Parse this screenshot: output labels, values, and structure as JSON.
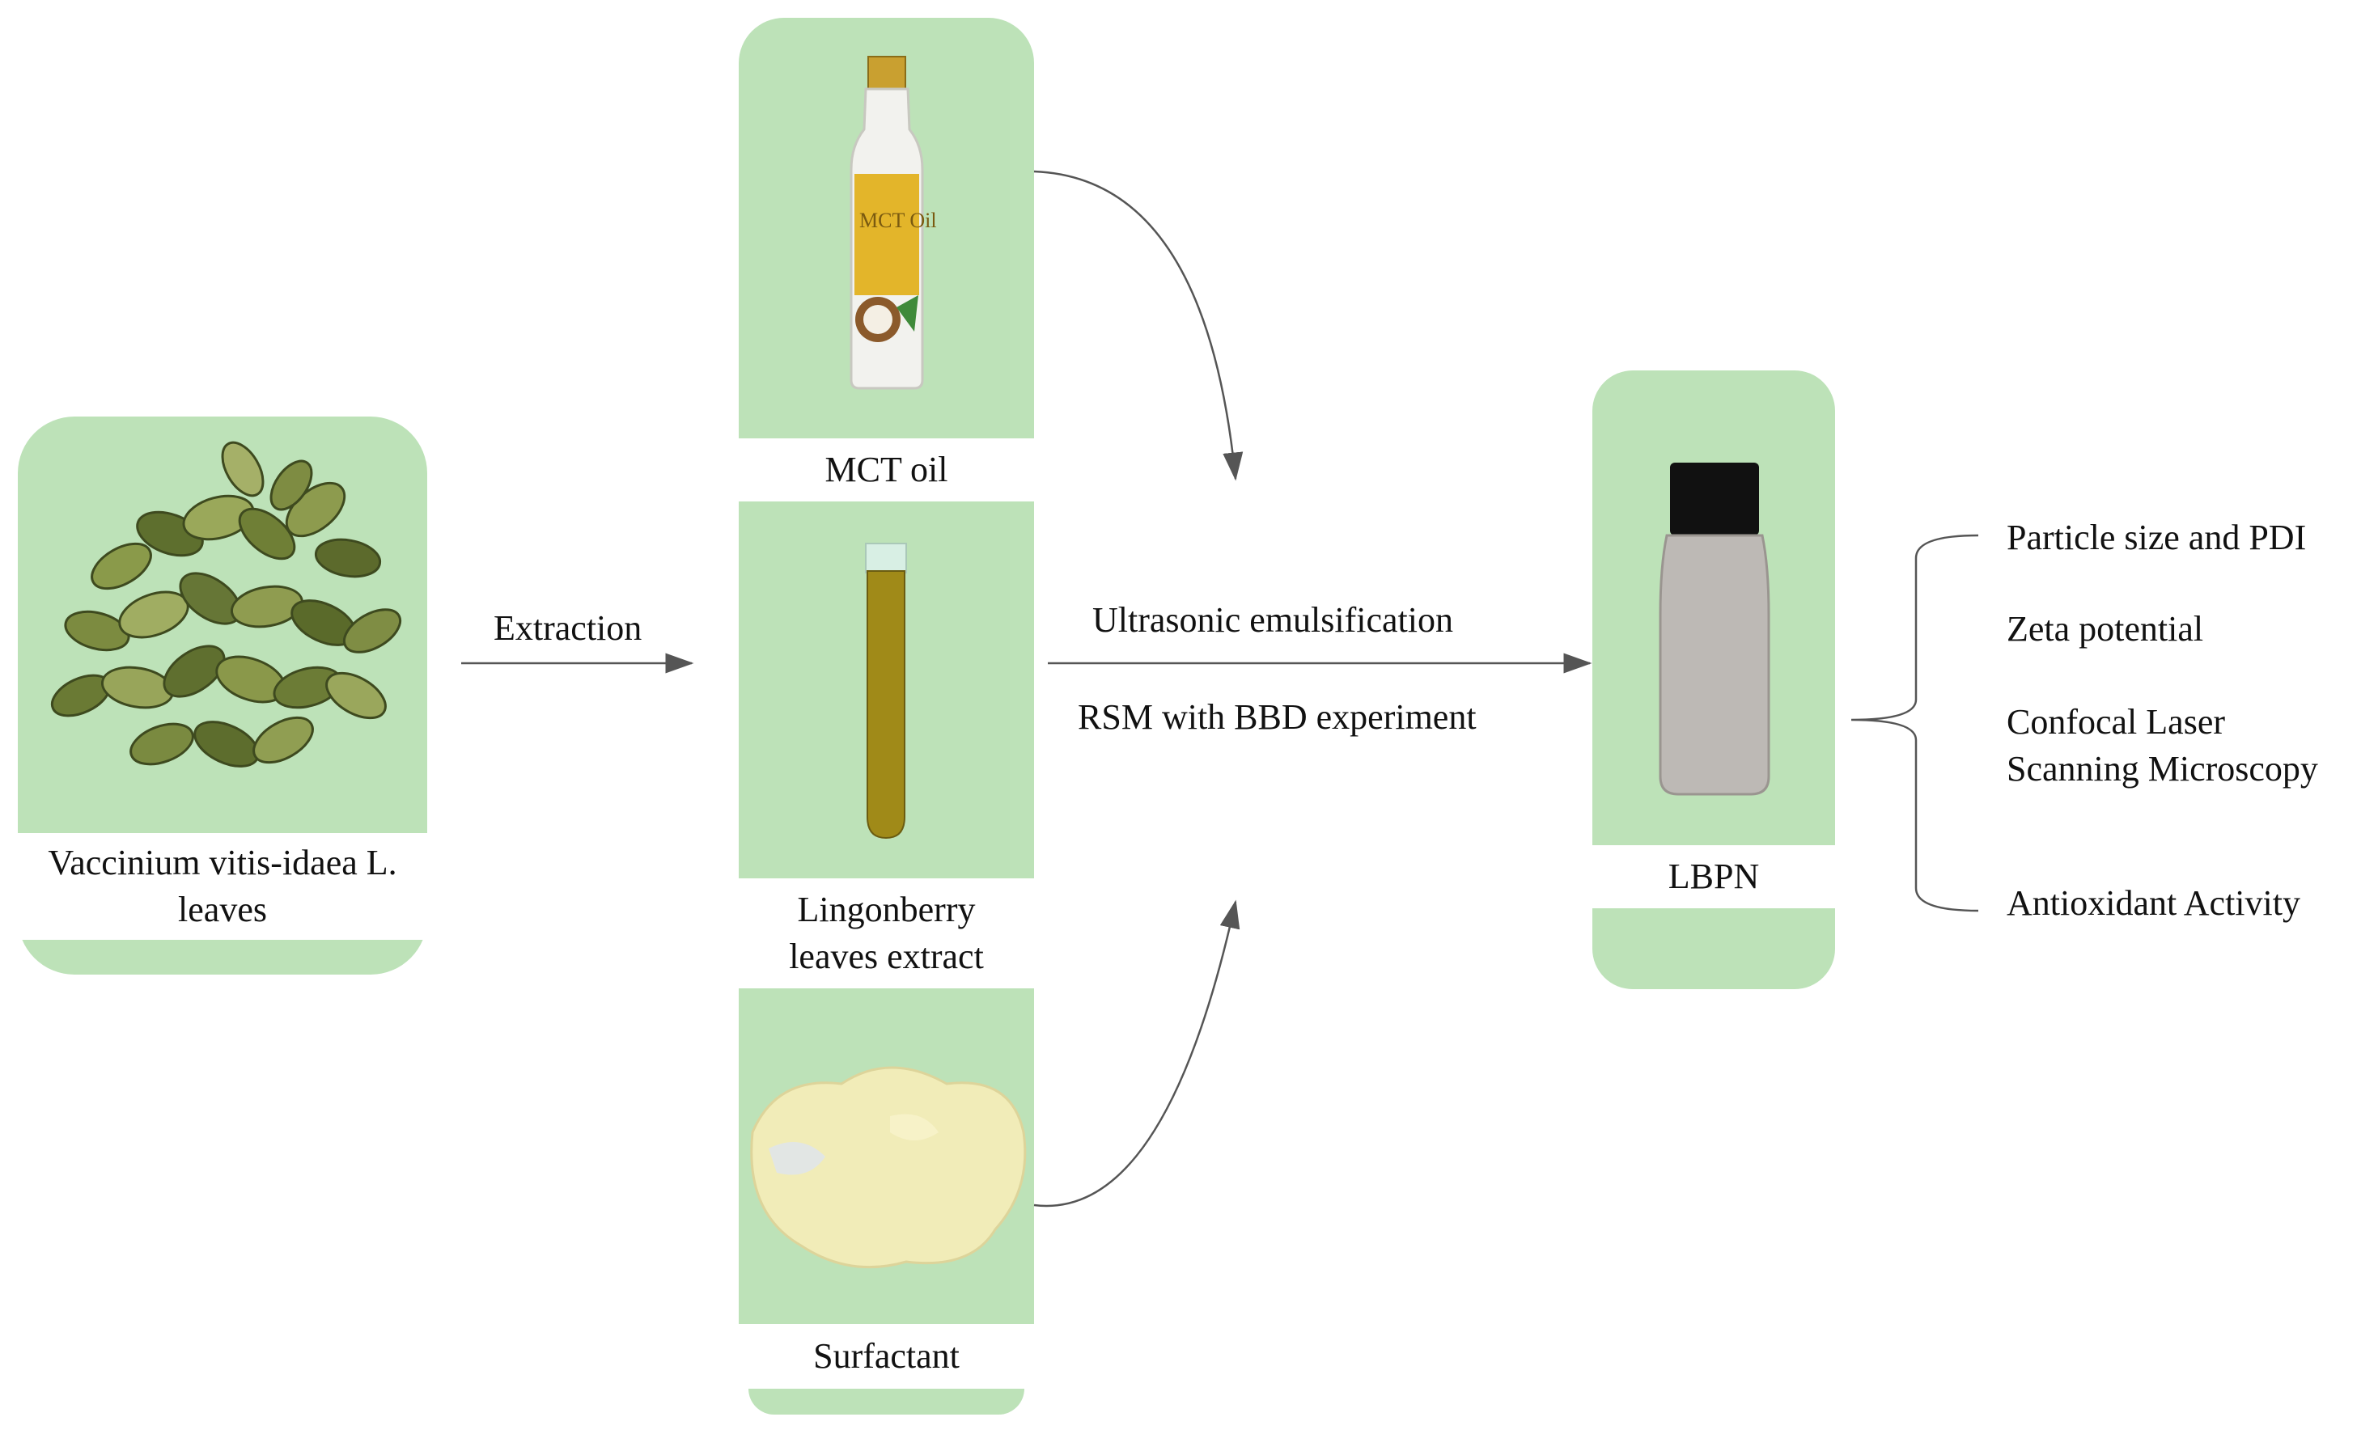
{
  "colors": {
    "panel": "#bde2b8",
    "arrow": "#555555"
  },
  "leaves": {
    "label_line1": "Vaccinium vitis-idaea L.",
    "label_line2": "leaves",
    "image": "dried-lingonberry-leaves-photo"
  },
  "extraction": {
    "label": "Extraction"
  },
  "mct": {
    "label": "MCT oil",
    "image": "mct-oil-bottle-photo",
    "bottle_text": "MCT Oil"
  },
  "extract": {
    "label_line1": "Lingonberry",
    "label_line2": "leaves extract",
    "image": "extract-test-tube-photo"
  },
  "surfactant": {
    "label": "Surfactant",
    "image": "surfactant-powder-photo"
  },
  "process": {
    "line1": "Ultrasonic emulsification",
    "line2": "RSM with BBD experiment"
  },
  "product": {
    "label": "LBPN",
    "image": "lbpn-bottle-photo"
  },
  "characterization": {
    "items": [
      "Particle size and PDI",
      "Zeta potential",
      "Confocal Laser",
      "Scanning Microscopy",
      "Antioxidant Activity"
    ]
  }
}
